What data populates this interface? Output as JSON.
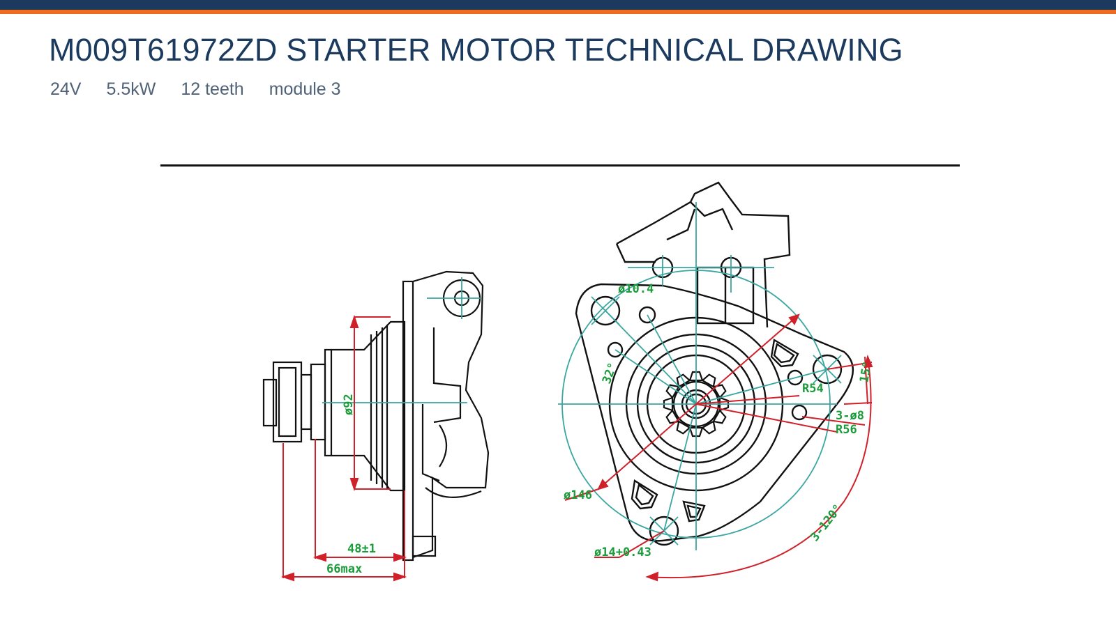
{
  "title": "M009T61972ZD STARTER MOTOR TECHNICAL DRAWING",
  "specs": [
    "24V",
    "5.5kW",
    "12 teeth",
    "module 3"
  ],
  "colors": {
    "navy": "#1b3a5e",
    "orange": "#ef6c1c",
    "outline": "#111111",
    "centerline": "#3aa6a0",
    "dimension": "#d0202a",
    "label": "#1a9c3a"
  },
  "dimensions": {
    "side": {
      "diameter": "ø92",
      "length_1": "48±1",
      "length_2": "66max"
    },
    "front": {
      "hole_top": "ø10.4",
      "angle": "32°",
      "radius_1": "R54",
      "radius_2": "R56",
      "holes": "3-ø8",
      "offset": "15°",
      "pitch_circle": "ø146",
      "mount_hole": "ø14+0.43",
      "angle_pattern": "3-120°"
    }
  }
}
